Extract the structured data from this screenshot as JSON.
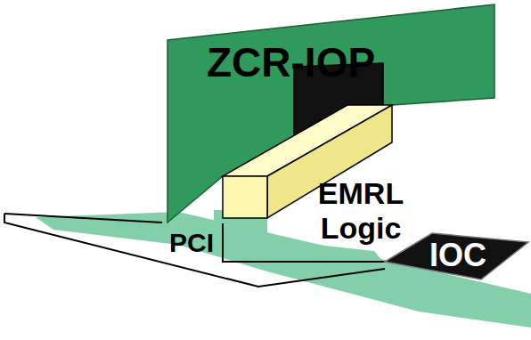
{
  "diagram": {
    "nodes": [
      {
        "text": [
          "ZCR-IOP"
        ]
      },
      {
        "text": [
          "IOC"
        ]
      }
    ],
    "edges": [
      {
        "from": 0,
        "to": 1,
        "arrow": "none"
      }
    ],
    "labels": [
      "EMRL Logic",
      "PCI"
    ]
  }
}
